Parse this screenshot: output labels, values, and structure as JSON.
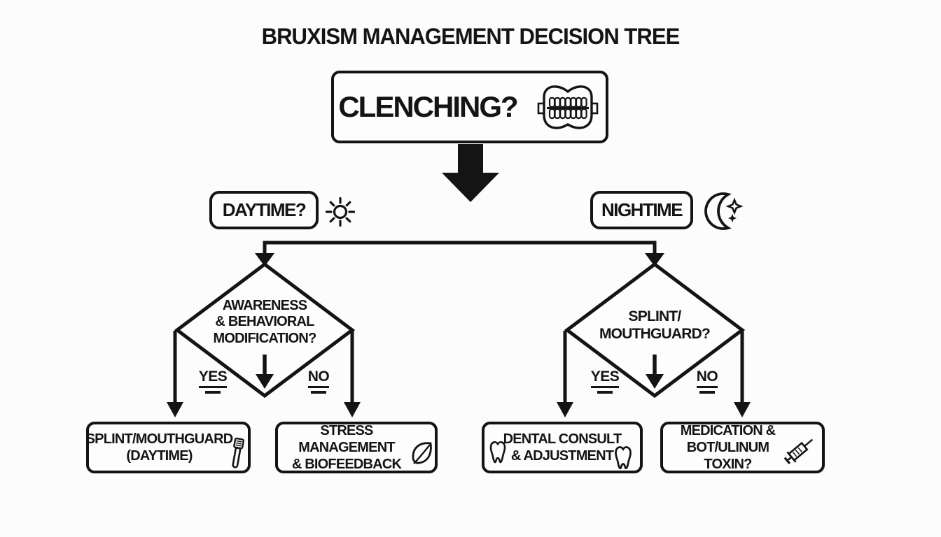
{
  "diagram": {
    "title": "BRUXISM MANAGEMENT DECISION TREE",
    "root": {
      "label": "CLENCHING?",
      "icon": "clenched-teeth"
    },
    "branch_day": {
      "label": "DAYTIME?",
      "icon": "sun"
    },
    "branch_night": {
      "label": "NIGHTIME",
      "icon": "crescent-moon-stars"
    },
    "decision_day": {
      "line1": "AWARENESS",
      "line2": "& BEHAVIORAL",
      "line3": "MODIFICATION?",
      "yes_label": "YES",
      "no_label": "NO"
    },
    "decision_night": {
      "line1": "SPLINT/",
      "line2": "MOUTHGUARD?",
      "yes_label": "YES",
      "no_label": "NO"
    },
    "outcome_day_yes": {
      "line1": "SPLINT/MOUTHGUARD",
      "line2": "(DAYTIME)",
      "icon": "toothbrush"
    },
    "outcome_day_no": {
      "line1": "STRESS MANAGEMENT",
      "line2": "& BIOFEEDBACK",
      "icon": "leaf"
    },
    "outcome_night_yes": {
      "line1": "DENTAL CONSULT",
      "line2": "& ADJUSTMENT",
      "icon": "tooth"
    },
    "outcome_night_no": {
      "line1": "MEDICATION &",
      "line2": "BOT/ULINUM TOXIN?",
      "icon": "syringe"
    },
    "colors": {
      "ink": "#141414",
      "background": "#fcfcfc"
    }
  }
}
